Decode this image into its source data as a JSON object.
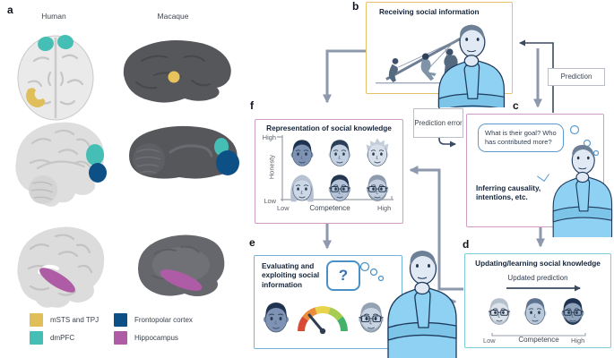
{
  "panel_a": {
    "label": "a",
    "columns": [
      "Human",
      "Macaque"
    ],
    "legend": [
      {
        "label": "mSTS and TPJ",
        "color": "#e0be5a"
      },
      {
        "label": "dmPFC",
        "color": "#45bfb5"
      },
      {
        "label": "Frontopolar cortex",
        "color": "#0d5086"
      },
      {
        "label": "Hippocampus",
        "color": "#ae5ca6"
      }
    ]
  },
  "flow": {
    "prediction_label": "Prediction",
    "prediction_error_label": "Prediction error",
    "arrow_gray": "#8e99ad",
    "arrow_navy": "#3a4a61"
  },
  "panel_b": {
    "label": "b",
    "title": "Receiving social information",
    "border_color": "#e7c06a"
  },
  "panel_c": {
    "label": "c",
    "bubble_text": "What is their goal? Who has contributed more?",
    "caption": "Inferring causality, intentions, etc.",
    "border_color": "#cf9dc3"
  },
  "panel_d": {
    "label": "d",
    "title": "Updating/learning social knowledge",
    "subtitle": "Updated prediction",
    "axis_low": "Low",
    "axis_label": "Competence",
    "axis_high": "High",
    "border_color": "#7fcbd6"
  },
  "panel_e": {
    "label": "e",
    "title": "Evaluating and exploiting social information",
    "question_mark": "?",
    "border_color": "#74b3d8"
  },
  "panel_f": {
    "label": "f",
    "title": "Representation of social knowledge",
    "y_high": "High",
    "y_label": "Honesty",
    "y_low": "Low",
    "x_low": "Low",
    "x_label": "Competence",
    "x_high": "High",
    "border_color": "#cf9dc3"
  }
}
